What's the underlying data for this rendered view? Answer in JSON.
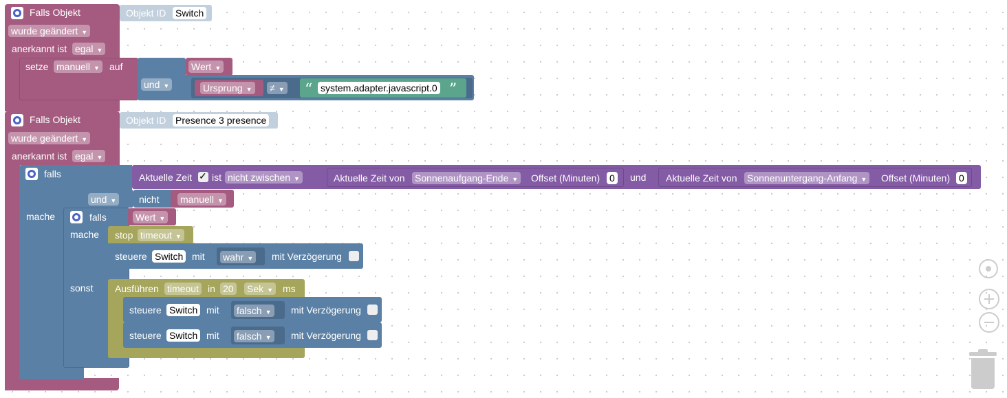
{
  "block1": {
    "header": "Falls Objekt",
    "objekt_id_label": "Objekt ID",
    "objekt_id_value": "Switch",
    "changed": "wurde geändert",
    "ack_label": "anerkannt ist",
    "ack_value": "egal",
    "set_label": "setze",
    "set_var": "manuell",
    "set_to": "auf",
    "and_op": "und",
    "wert": "Wert",
    "ursprung": "Ursprung",
    "neq": "≠",
    "adapter": "system.adapter.javascript.0"
  },
  "block2": {
    "header": "Falls Objekt",
    "objekt_id_label": "Objekt ID",
    "objekt_id_value": "Presence 3 presence",
    "changed": "wurde geändert",
    "ack_label": "anerkannt ist",
    "ack_value": "egal",
    "if_label": "falls",
    "do_label": "mache",
    "and_op": "und",
    "time_cond": {
      "label": "Aktuelle Zeit",
      "ist": "ist",
      "mode": "nicht zwischen",
      "from_label": "Aktuelle Zeit von",
      "from_value": "Sonnenaufgang-Ende",
      "offset_label": "Offset (Minuten)",
      "offset1": "0",
      "and": "und",
      "to_label": "Aktuelle Zeit von",
      "to_value": "Sonnenuntergang-Anfang",
      "offset2": "0"
    },
    "not_label": "nicht",
    "not_var": "manuell",
    "inner": {
      "if_label": "falls",
      "wert": "Wert",
      "do_label": "mache",
      "stop_label": "stop",
      "stop_var": "timeout",
      "control1": {
        "label": "steuere",
        "target": "Switch",
        "with": "mit",
        "value": "wahr",
        "delay": "mit Verzögerung"
      },
      "else_label": "sonst",
      "exec": {
        "label": "Ausführen",
        "var": "timeout",
        "in": "in",
        "amount": "20",
        "unit": "Sek",
        "ms": "ms"
      },
      "control2": {
        "label": "steuere",
        "target": "Switch",
        "with": "mit",
        "value": "falsch",
        "delay": "mit Verzögerung"
      },
      "control3": {
        "label": "steuere",
        "target": "Switch",
        "with": "mit",
        "value": "falsch",
        "delay": "mit Verzögerung"
      }
    }
  },
  "workspace_controls": [
    "target-icon",
    "zoom-in-icon",
    "zoom-out-icon",
    "trash-icon"
  ]
}
